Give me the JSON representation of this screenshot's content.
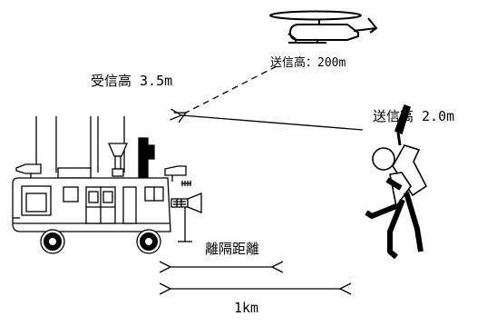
{
  "labels": {
    "helicopter_tx_height": "送信高：200m",
    "receive_height": "受信高 3.5m",
    "tx_height": "送信高 2.0m",
    "separation": "離隔距離",
    "distance": "1km"
  }
}
